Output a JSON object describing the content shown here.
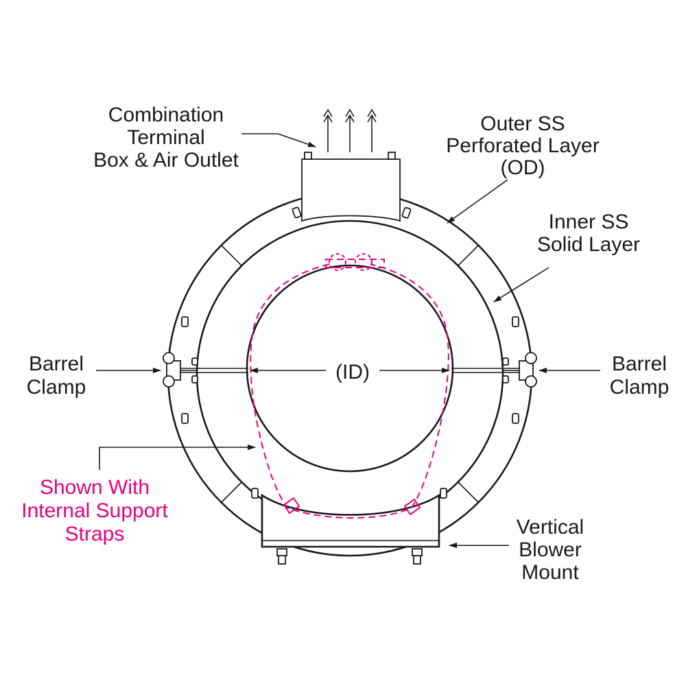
{
  "diagram": {
    "labels": {
      "combination_terminal": [
        "Combination",
        "Terminal",
        "Box & Air Outlet"
      ],
      "outer_layer": [
        "Outer SS",
        "Perforated Layer",
        "(OD)"
      ],
      "inner_layer": [
        "Inner SS",
        "Solid Layer"
      ],
      "barrel_clamp_left": [
        "Barrel",
        "Clamp"
      ],
      "barrel_clamp_right": [
        "Barrel",
        "Clamp"
      ],
      "id_dimension": "(ID)",
      "support_straps": [
        "Shown With",
        "Internal Support",
        "Straps"
      ],
      "blower_mount": [
        "Vertical",
        "Blower",
        "Mount"
      ]
    },
    "colors": {
      "line": "#1a1a1a",
      "accent": "#e6007e"
    }
  }
}
